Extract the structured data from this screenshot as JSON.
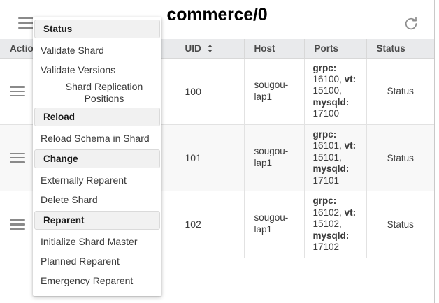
{
  "appbar": {
    "title": "commerce/0",
    "menu_icon": "hamburger-icon",
    "refresh_icon": "refresh-icon"
  },
  "table": {
    "columns": [
      {
        "key": "action",
        "label": "Action",
        "sortable": false
      },
      {
        "key": "uid",
        "label": "UID",
        "sortable": true
      },
      {
        "key": "host",
        "label": "Host",
        "sortable": false
      },
      {
        "key": "ports",
        "label": "Ports",
        "sortable": false
      },
      {
        "key": "status",
        "label": "Status",
        "sortable": false
      }
    ],
    "rows": [
      {
        "uid": "100",
        "host": "sougou-lap1",
        "ports": {
          "grpc_label": "grpc:",
          "grpc": "16100,",
          "vt_label": "vt:",
          "vt": "15100,",
          "mysqld_label": "mysqld:",
          "mysqld": "17100"
        },
        "status": "Status"
      },
      {
        "uid": "101",
        "host": "sougou-lap1",
        "ports": {
          "grpc_label": "grpc:",
          "grpc": "16101,",
          "vt_label": "vt:",
          "vt": "15101,",
          "mysqld_label": "mysqld:",
          "mysqld": "17101"
        },
        "status": "Status"
      },
      {
        "uid": "102",
        "host": "sougou-lap1",
        "ports": {
          "grpc_label": "grpc:",
          "grpc": "16102,",
          "vt_label": "vt:",
          "vt": "15102,",
          "mysqld_label": "mysqld:",
          "mysqld": "17102"
        },
        "status": "Status"
      }
    ]
  },
  "menu": {
    "sections": [
      {
        "header": "Status",
        "items": [
          {
            "label": "Validate Shard",
            "indent": false
          },
          {
            "label": "Validate Versions",
            "indent": false
          },
          {
            "label": "Shard Replication Positions",
            "indent": true
          }
        ]
      },
      {
        "header": "Reload",
        "items": [
          {
            "label": "Reload Schema in Shard",
            "indent": false
          }
        ]
      },
      {
        "header": "Change",
        "items": [
          {
            "label": "Externally Reparent",
            "indent": false
          },
          {
            "label": "Delete Shard",
            "indent": false
          }
        ]
      },
      {
        "header": "Reparent",
        "items": [
          {
            "label": "Initialize Shard Master",
            "indent": false
          },
          {
            "label": "Planned Reparent",
            "indent": false
          },
          {
            "label": "Emergency Reparent",
            "indent": false
          }
        ]
      }
    ]
  },
  "colors": {
    "header_bg": "#e9eaec",
    "row_alt_bg": "#f8f8f8",
    "section_bg": "#f1f1f1",
    "text": "#3c3c3c",
    "icon_gray": "#8a8a8a"
  }
}
